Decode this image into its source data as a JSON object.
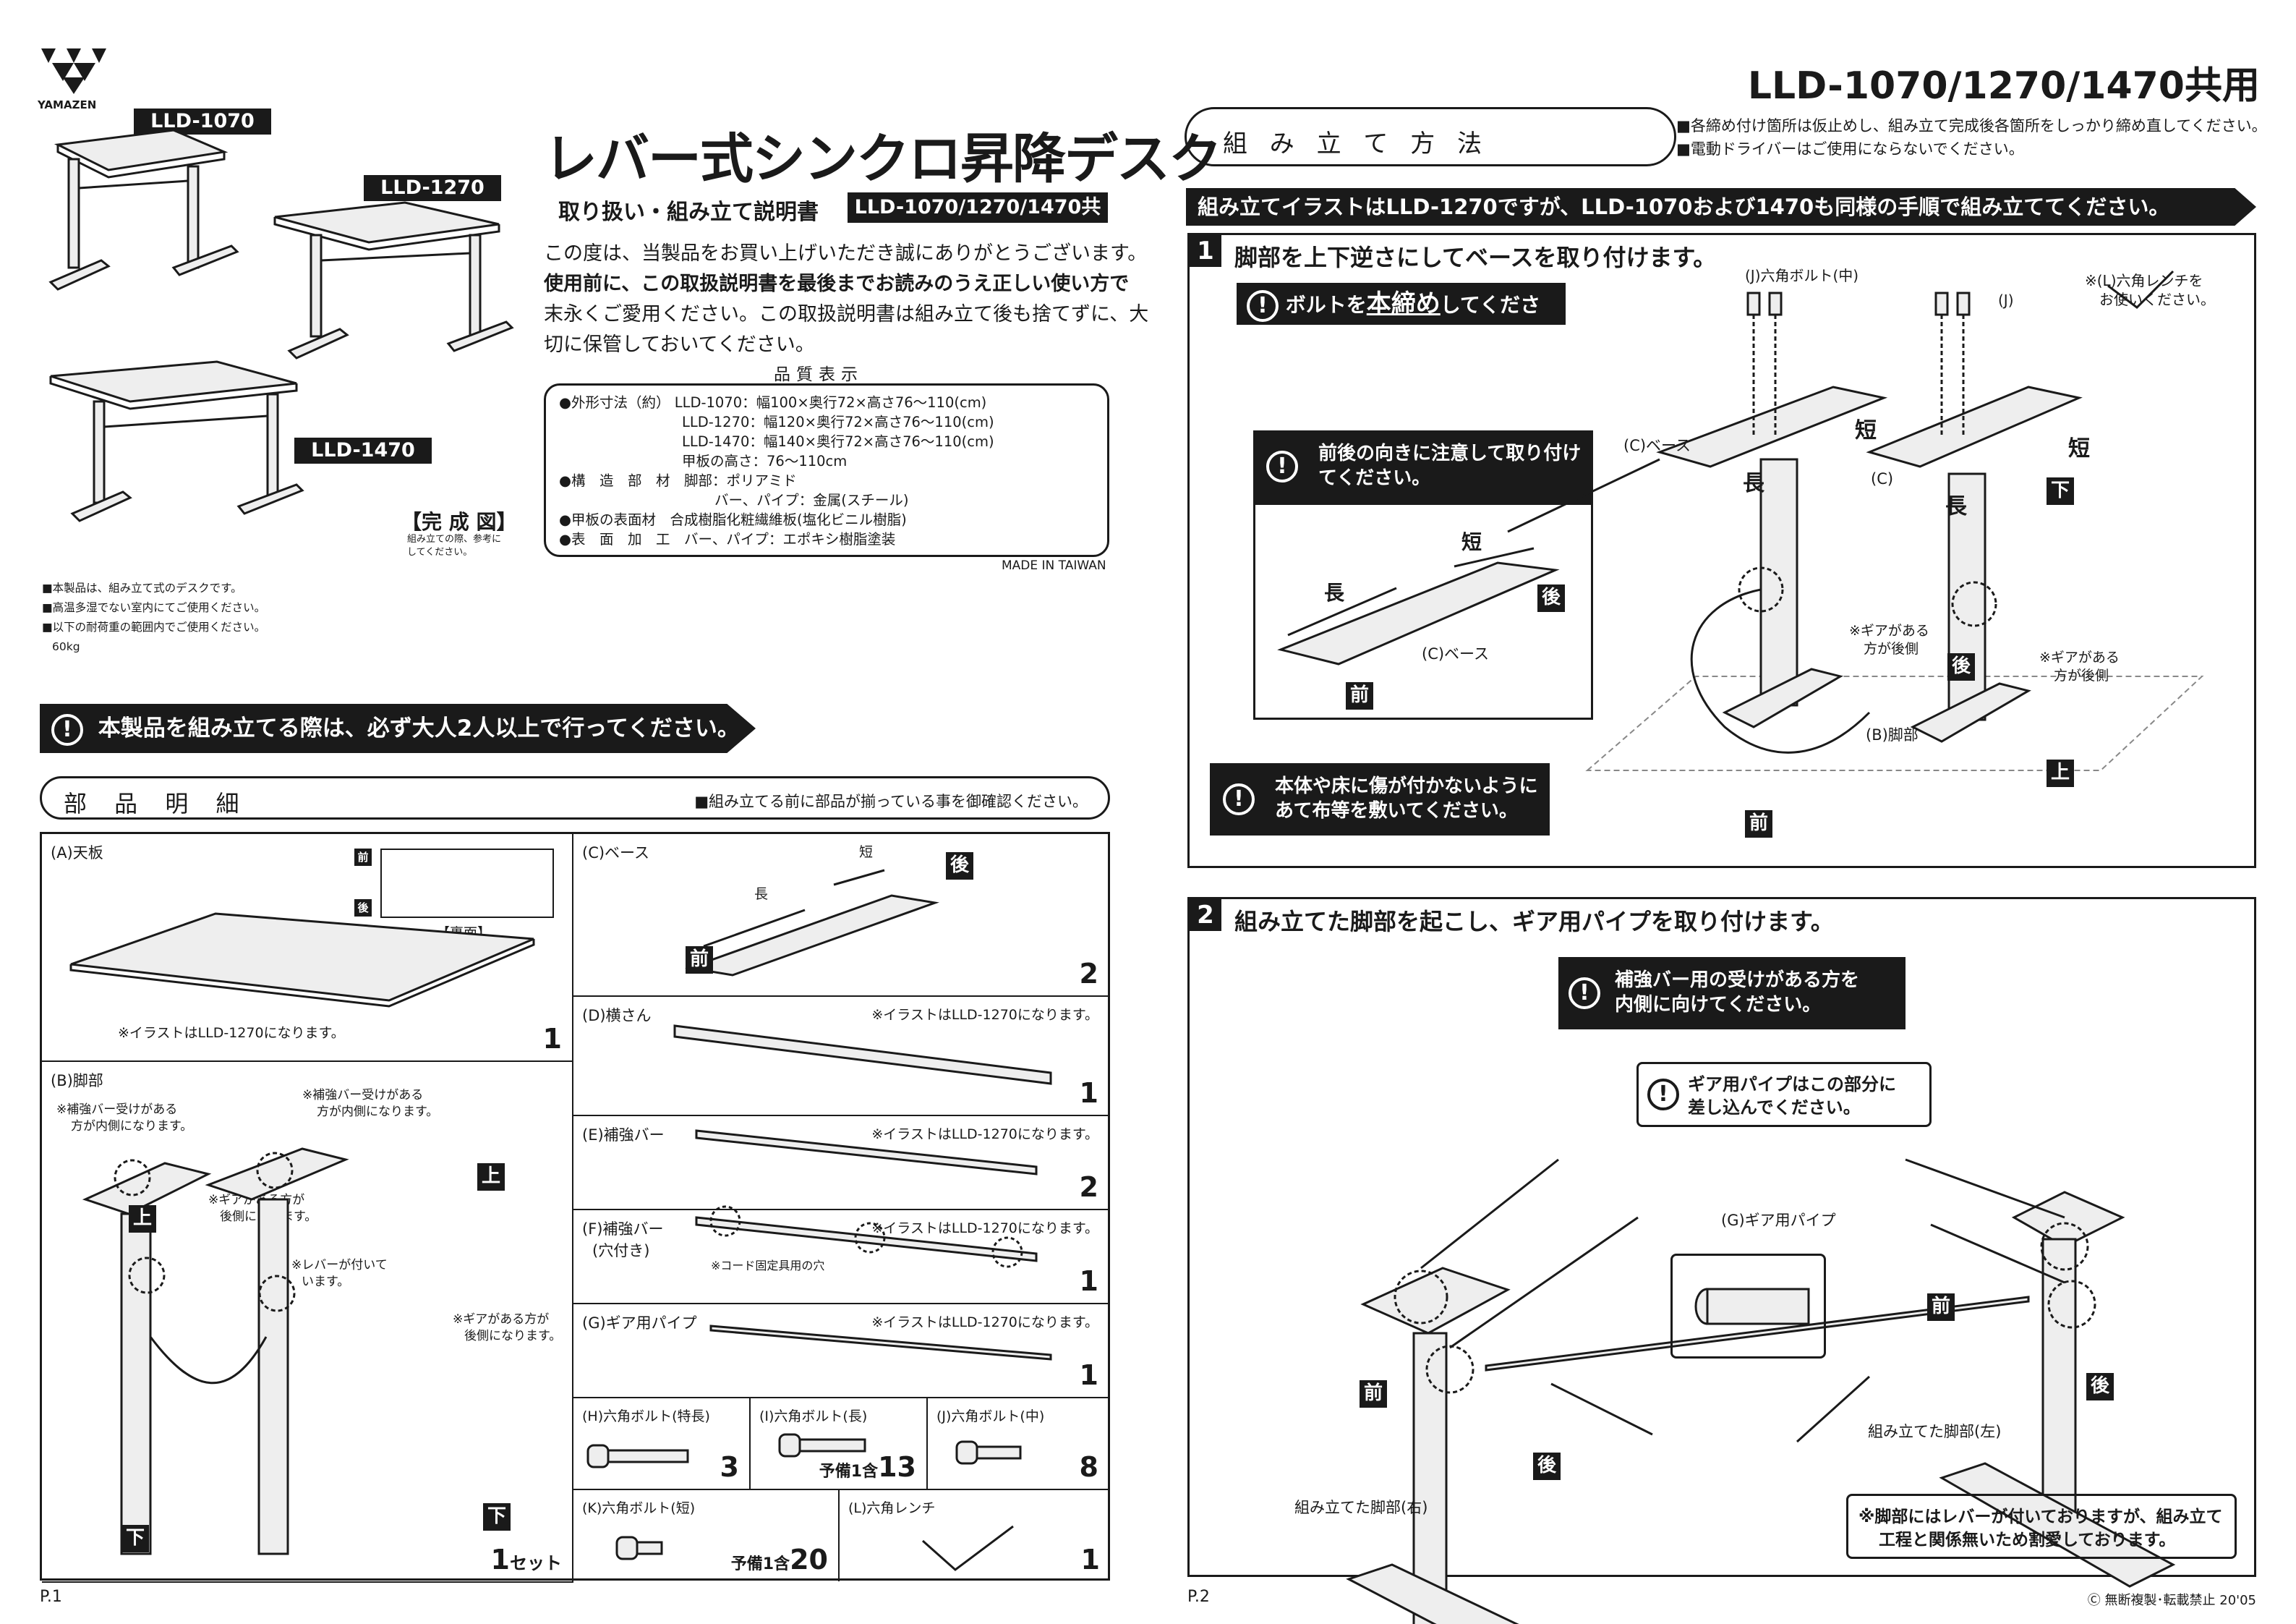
{
  "left": {
    "brand": "YAMAZEN",
    "model_labels": [
      "LLD-1070",
      "LLD-1270",
      "LLD-1470"
    ],
    "title": "レバー式シンクロ昇降デスク",
    "subtitle": "取り扱い・組み立て説明書",
    "subtitle_models": "LLD-1070/1270/1470共用",
    "intro": [
      "この度は、当製品をお買い上げいただき誠にありがとうございます。",
      "使用前に、この取扱説明書を最後までお読みのうえ正しい使い方で",
      "末永くご愛用ください。この取扱説明書は組み立て後も捨てずに、大",
      "切に保管しておいてください。"
    ],
    "quality_title": "品質表示",
    "quality_rows": [
      "●外形寸法（約） LLD-1070：幅100×奥行72×高さ76～110(cm)",
      "LLD-1270：幅120×奥行72×高さ76～110(cm)",
      "LLD-1470：幅140×奥行72×高さ76～110(cm)",
      "甲板の高さ：76～110cm",
      "●構　造　部　材　脚部：ポリアミド",
      "バー、パイプ：金属(スチール)",
      "●甲板の表面材　合成樹脂化粧繊維板(塩化ビニル樹脂)",
      "●表　面　加　工　バー、パイプ：エポキシ樹脂塗装"
    ],
    "made_in": "MADE IN TAIWAN",
    "complete_title": "【完 成 図】",
    "complete_note": [
      "組み立ての際、参考に",
      "してください。"
    ],
    "notes": [
      "■本製品は、組み立て式のデスクです。",
      "■高温多湿でない室内にてご使用ください。",
      "■以下の耐荷重の範囲内でご使用ください。",
      "60kg"
    ],
    "warning": "本製品を組み立てる際は、必ず大人2人以上で行ってください。",
    "parts_title": "部 品 明 細",
    "parts_note": "■組み立てる前に部品が揃っている事を御確認ください。",
    "parts": {
      "A": {
        "name": "(A)天板",
        "front": "前",
        "back": "後",
        "ura": "【裏面】",
        "note": "※イラストはLLD-1270になります。",
        "qty": "1"
      },
      "B": {
        "name": "(B)脚部",
        "n1": [
          "※補強バー受けがある",
          "方が内側になります。"
        ],
        "n2": [
          "※補強バー受けがある",
          "方が内側になります。"
        ],
        "n3": [
          "※ギアがある方が",
          "後側になります。"
        ],
        "n4": [
          "※レバーが付いて",
          "います。"
        ],
        "n5": [
          "※ギアがある方が",
          "後側になります。"
        ],
        "top": "上",
        "bottom": "下",
        "qty": "1",
        "qty_unit": "セット"
      },
      "C": {
        "name": "(C)ベース",
        "short": "短",
        "long": "長",
        "front": "前",
        "back": "後",
        "qty": "2"
      },
      "D": {
        "name": "(D)横さん",
        "note": "※イラストはLLD-1270になります。",
        "qty": "1"
      },
      "E": {
        "name": "(E)補強バー",
        "note": "※イラストはLLD-1270になります。",
        "qty": "2"
      },
      "F": {
        "name": "(F)補強バー",
        "name2": "(穴付き)",
        "note": "※イラストはLLD-1270になります。",
        "hole": "※コード固定具用の穴",
        "qty": "1"
      },
      "G": {
        "name": "(G)ギア用パイプ",
        "note": "※イラストはLLD-1270になります。",
        "qty": "1"
      },
      "H": {
        "name": "(H)六角ボルト(特長)",
        "qty": "3"
      },
      "I": {
        "name": "(I)六角ボルト(長)",
        "spare": "予備1含",
        "qty": "13"
      },
      "J": {
        "name": "(J)六角ボルト(中)",
        "qty": "8"
      },
      "K": {
        "name": "(K)六角ボルト(短)",
        "spare": "予備1含",
        "qty": "20"
      },
      "L": {
        "name": "(L)六角レンチ",
        "qty": "1"
      }
    },
    "page": "P.1"
  },
  "right": {
    "header_model": "LLD-1070/1270/1470共用",
    "assembly_title": "組 み 立 て 方 法",
    "assembly_notes": [
      "■各締め付け箇所は仮止めし、組み立て完成後各箇所をしっかり締め直してください。",
      "■電動ドライバーはご使用にならないでください。"
    ],
    "banner": "組み立てイラストはLLD-1270ですが、LLD-1070および1470も同様の手順で組み立ててください。",
    "step1": {
      "num": "1",
      "title": "脚部を上下逆さにしてベースを取り付けます。",
      "tip1_pre": "ボルトを",
      "tip1_em": "本締め",
      "tip1_post": "してください。",
      "tip2": [
        "前後の向きに注意して取り付け",
        "てください。"
      ],
      "tip3": [
        "本体や床に傷が付かないように",
        "あて布等を敷いてください。"
      ],
      "j_bolt": "(J)六角ボルト(中)",
      "j": "(J)",
      "wrench": [
        "※(L)六角レンチを",
        "お使いください。"
      ],
      "c_base": "(C)ベース",
      "c": "(C)",
      "short": "短",
      "long": "長",
      "front": "前",
      "back": "後",
      "top": "上",
      "bottom": "下",
      "gear1": [
        "※ギアがある",
        "方が後側"
      ],
      "gear2": [
        "※ギアがある",
        "方が後側"
      ],
      "b_leg": "(B)脚部",
      "inset_base": "(C)ベース"
    },
    "step2": {
      "num": "2",
      "title": "組み立てた脚部を起こし、ギア用パイプを取り付けます。",
      "tip1": [
        "補強バー用の受けがある方を",
        "内側に向けてください。"
      ],
      "tip2": [
        "ギア用パイプはこの部分に",
        "差し込んでください。"
      ],
      "pipe": "(G)ギア用パイプ",
      "left_leg": "組み立てた脚部(左)",
      "right_leg": "組み立てた脚部(右)",
      "front": "前",
      "back": "後",
      "note": [
        "※脚部にはレバーが付いておりますが、組み立て",
        "工程と関係無いため割愛しております。"
      ]
    },
    "page": "P.2",
    "copyright": "Ⓒ 無断複製･転載禁止 20'05"
  }
}
